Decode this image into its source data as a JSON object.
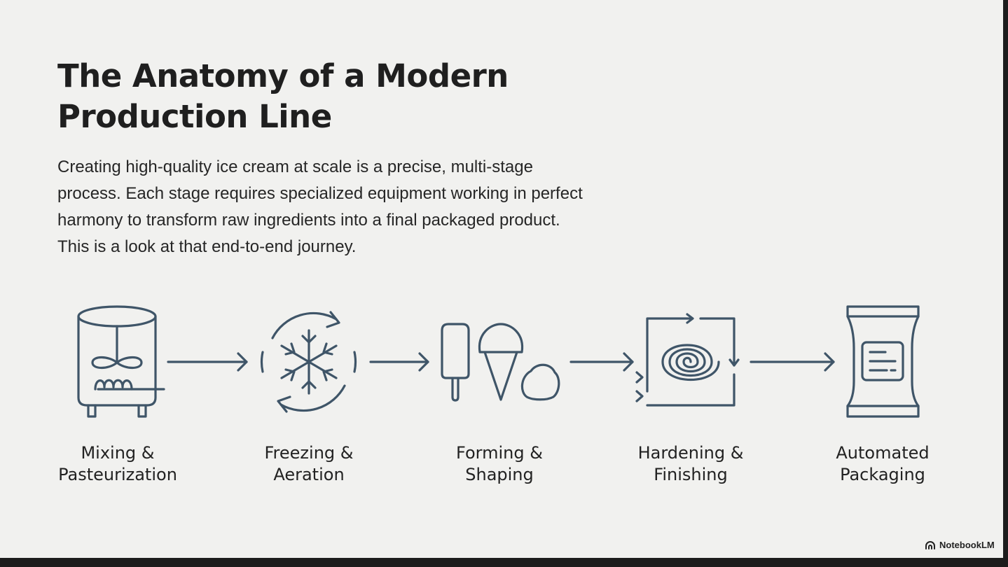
{
  "slide": {
    "title_line1": "The Anatomy of a Modern",
    "title_line2": "Production Line",
    "description": "Creating high-quality ice cream at scale is a precise, multi-stage process. Each stage requires specialized equipment working in perfect harmony to transform raw ingredients into a final packaged product. This is a look at that end-to-end journey."
  },
  "stages": [
    {
      "line1": "Mixing &",
      "line2": "Pasteurization",
      "icon": "mixing-tank-icon"
    },
    {
      "line1": "Freezing &",
      "line2": "Aeration",
      "icon": "snowflake-cycle-icon"
    },
    {
      "line1": "Forming &",
      "line2": "Shaping",
      "icon": "ice-cream-shapes-icon"
    },
    {
      "line1": "Hardening &",
      "line2": "Finishing",
      "icon": "spiral-tunnel-icon"
    },
    {
      "line1": "Automated",
      "line2": "Packaging",
      "icon": "package-icon"
    }
  ],
  "brand": {
    "label": "NotebookLM",
    "icon": "notebooklm-logo-icon"
  },
  "colors": {
    "background": "#f1f1ef",
    "icon_stroke": "#3f5568",
    "text": "#1f1f1f"
  }
}
